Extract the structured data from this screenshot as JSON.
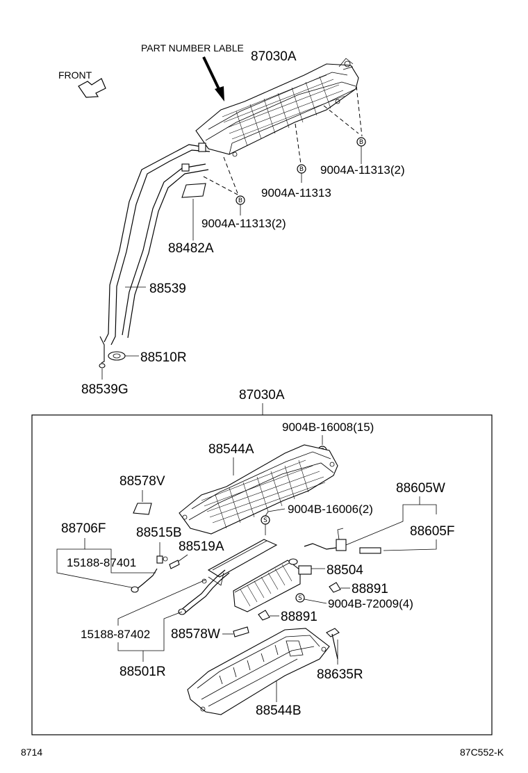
{
  "labels": {
    "part_number_lable": "PART NUMBER LABLE",
    "front": "FRONT",
    "assy_top": "87030A",
    "bolt_2_right": "9004A-11313(2)",
    "bolt_mid": "9004A-11313",
    "bolt_2_left": "9004A-11313(2)",
    "label_sheet": "88482A",
    "tube": "88539",
    "grommet": "88510R",
    "seal": "88539G",
    "assy_bottom": "87030A",
    "screw_15": "9004B-16008(15)",
    "case_upper": "88544A",
    "filter_v": "88578V",
    "screw_2": "9004B-16006(2)",
    "harness_w": "88605W",
    "harness_f": "88605F",
    "hose_f": "88706F",
    "clamp_b": "88515B",
    "hose_a": "88519A",
    "pipe_401": "15188-87401",
    "motor": "88504",
    "damper_1": "88891",
    "screw_4": "9004B-72009(4)",
    "damper_2": "88891",
    "pipe_402": "15188-87402",
    "filter_w": "88578W",
    "hose_r": "88501R",
    "bolt_r": "88635R",
    "case_lower": "88544B",
    "footer_left": "8714",
    "footer_right": "87C552-K"
  },
  "markers": {
    "bolt": "B",
    "screw": "S"
  }
}
